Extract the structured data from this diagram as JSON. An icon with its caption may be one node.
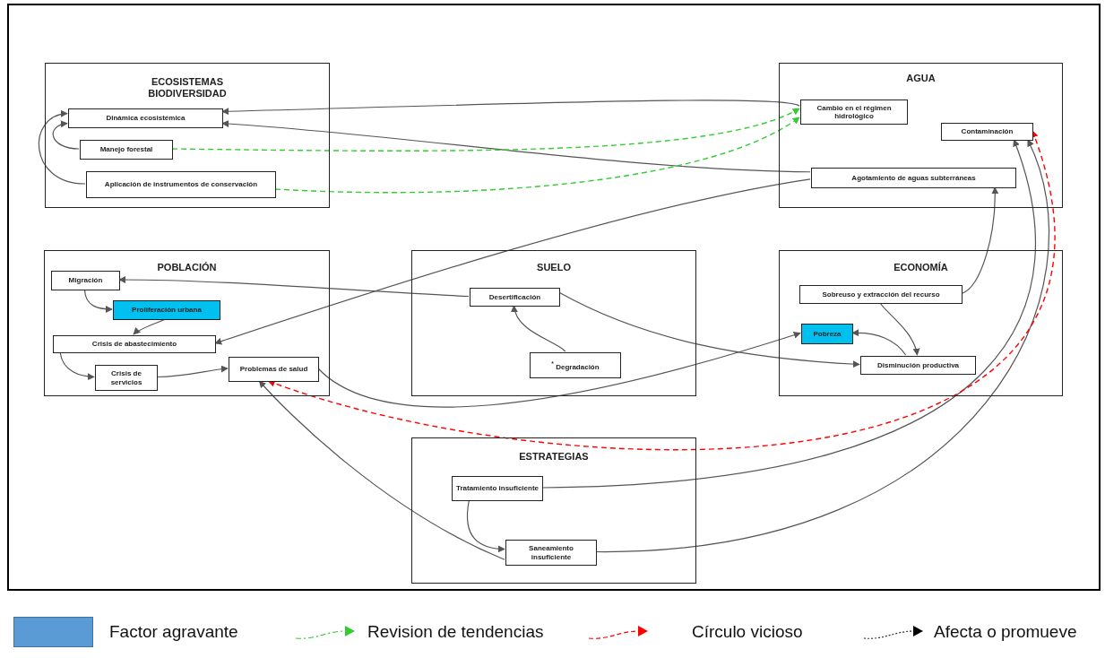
{
  "diagram": {
    "nodes": [
      {
        "text": [
          "ECOSISTEMAS BIODIVERSIDAD"
        ]
      },
      {
        "text": [
          "Dinámica ecosistémica"
        ],
        "in": 0
      },
      {
        "text": [
          "Manejo forestal"
        ],
        "in": 0
      },
      {
        "text": [
          "Aplicación de instrumentos de conservación"
        ],
        "in": 0
      },
      {
        "text": [
          "AGUA"
        ]
      },
      {
        "text": [
          "Cambio en el régimen hidrológico"
        ],
        "in": 4
      },
      {
        "text": [
          "Contaminación"
        ],
        "in": 4
      },
      {
        "text": [
          "Agotamiento de aguas subterráneas"
        ],
        "in": 4
      },
      {
        "text": [
          "POBLACIÓN"
        ]
      },
      {
        "text": [
          "Migración"
        ],
        "in": 8
      },
      {
        "text": [
          "Proliferación urbana"
        ],
        "in": 8
      },
      {
        "text": [
          "Crisis de abastecimiento"
        ],
        "in": 8
      },
      {
        "text": [
          "Crisis de servicios"
        ],
        "in": 8
      },
      {
        "text": [
          "Problemas de salud"
        ],
        "in": 8
      },
      {
        "text": [
          "SUELO"
        ]
      },
      {
        "text": [
          "Desertificación"
        ],
        "in": 14
      },
      {
        "text": [
          "$^{*}$ Degradación"
        ],
        "in": 14
      },
      {
        "text": [
          "ECONOMÍA"
        ]
      },
      {
        "text": [
          "Sobreuso y extracción del recurso"
        ],
        "in": 17
      },
      {
        "text": [
          "Pobreza"
        ],
        "in": 17
      },
      {
        "text": [
          "Disminución productiva"
        ],
        "in": 17
      },
      {
        "text": [
          "ESTRATEGIAS"
        ]
      },
      {
        "text": [
          "Tratamiento insuficiente"
        ],
        "in": 21
      },
      {
        "text": [
          "Saneamiento insuficiente"
        ],
        "in": 21
      }
    ],
    "edges": [
      {
        "from": 5,
        "to": 1,
        "arrow": "to"
      },
      {
        "from": 7,
        "to": 1,
        "arrow": "to"
      },
      {
        "from": 2,
        "to": 1,
        "arrow": "to"
      },
      {
        "from": 3,
        "to": 1,
        "arrow": "to"
      },
      {
        "from": 2,
        "to": 5,
        "arrow": "to",
        "style": "dashed",
        "color": "#33cc33"
      },
      {
        "from": 3,
        "to": 5,
        "arrow": "to",
        "style": "dashed",
        "color": "#33cc33"
      },
      {
        "from": 7,
        "to": 11,
        "arrow": "to"
      },
      {
        "from": 15,
        "to": 9,
        "arrow": "to"
      },
      {
        "from": 9,
        "to": 10,
        "arrow": "to"
      },
      {
        "from": 10,
        "to": 11,
        "arrow": "to"
      },
      {
        "from": 11,
        "to": 12,
        "arrow": "to"
      },
      {
        "from": 12,
        "to": 13,
        "arrow": "to"
      },
      {
        "from": 16,
        "to": 15,
        "arrow": "to"
      },
      {
        "from": 15,
        "to": 20,
        "arrow": "to"
      },
      {
        "from": 13,
        "to": 19,
        "arrow": "to"
      },
      {
        "from": 18,
        "to": 20,
        "arrow": "to"
      },
      {
        "from": 20,
        "to": 19,
        "arrow": "to"
      },
      {
        "from": 18,
        "to": 7,
        "arrow": "to"
      },
      {
        "from": 22,
        "to": 6,
        "arrow": "to"
      },
      {
        "from": 23,
        "to": 6,
        "arrow": "to"
      },
      {
        "from": 23,
        "to": 13,
        "arrow": "to"
      },
      {
        "from": 22,
        "to": 23,
        "arrow": "to"
      },
      {
        "from": 13,
        "to": 6,
        "arrow": "both",
        "style": "dashed",
        "color": "#ff0000"
      }
    ],
    "legend": [
      {
        "text": "Factor agravante",
        "color": "#5b9bd5"
      },
      {
        "text": "Revision de tendencias"
      },
      {
        "text": "Círculo vicioso"
      },
      {
        "text": "Afecta o promueve"
      }
    ]
  }
}
